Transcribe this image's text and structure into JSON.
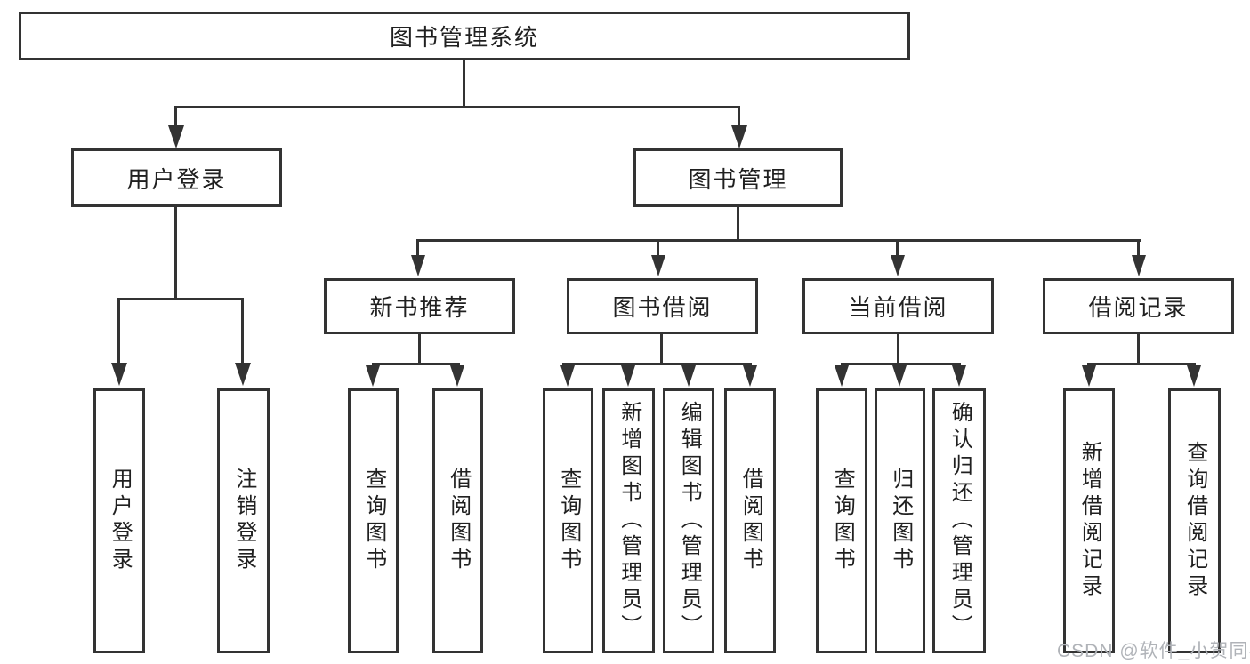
{
  "diagram": {
    "root": {
      "label": "图书管理系统"
    },
    "branches": [
      {
        "label": "用户登录",
        "children": [
          {
            "label": "用户登录"
          },
          {
            "label": "注销登录"
          }
        ]
      },
      {
        "label": "图书管理",
        "children": [
          {
            "label": "新书推荐",
            "children": [
              {
                "label": "查询图书"
              },
              {
                "label": "借阅图书"
              }
            ]
          },
          {
            "label": "图书借阅",
            "children": [
              {
                "label": "查询图书"
              },
              {
                "label": "新增图书（管理员）"
              },
              {
                "label": "编辑图书（管理员）"
              },
              {
                "label": "借阅图书"
              }
            ]
          },
          {
            "label": "当前借阅",
            "children": [
              {
                "label": "查询图书"
              },
              {
                "label": "归还图书"
              },
              {
                "label": "确认归还（管理员）"
              }
            ]
          },
          {
            "label": "借阅记录",
            "children": [
              {
                "label": "新增借阅记录"
              },
              {
                "label": "查询借阅记录"
              }
            ]
          }
        ]
      }
    ]
  },
  "watermark": {
    "text": "CSDN @软件_小贺同学"
  },
  "colors": {
    "line": "#333333",
    "text": "#202020",
    "watermark": "#b0b3b8",
    "background": "#ffffff"
  }
}
